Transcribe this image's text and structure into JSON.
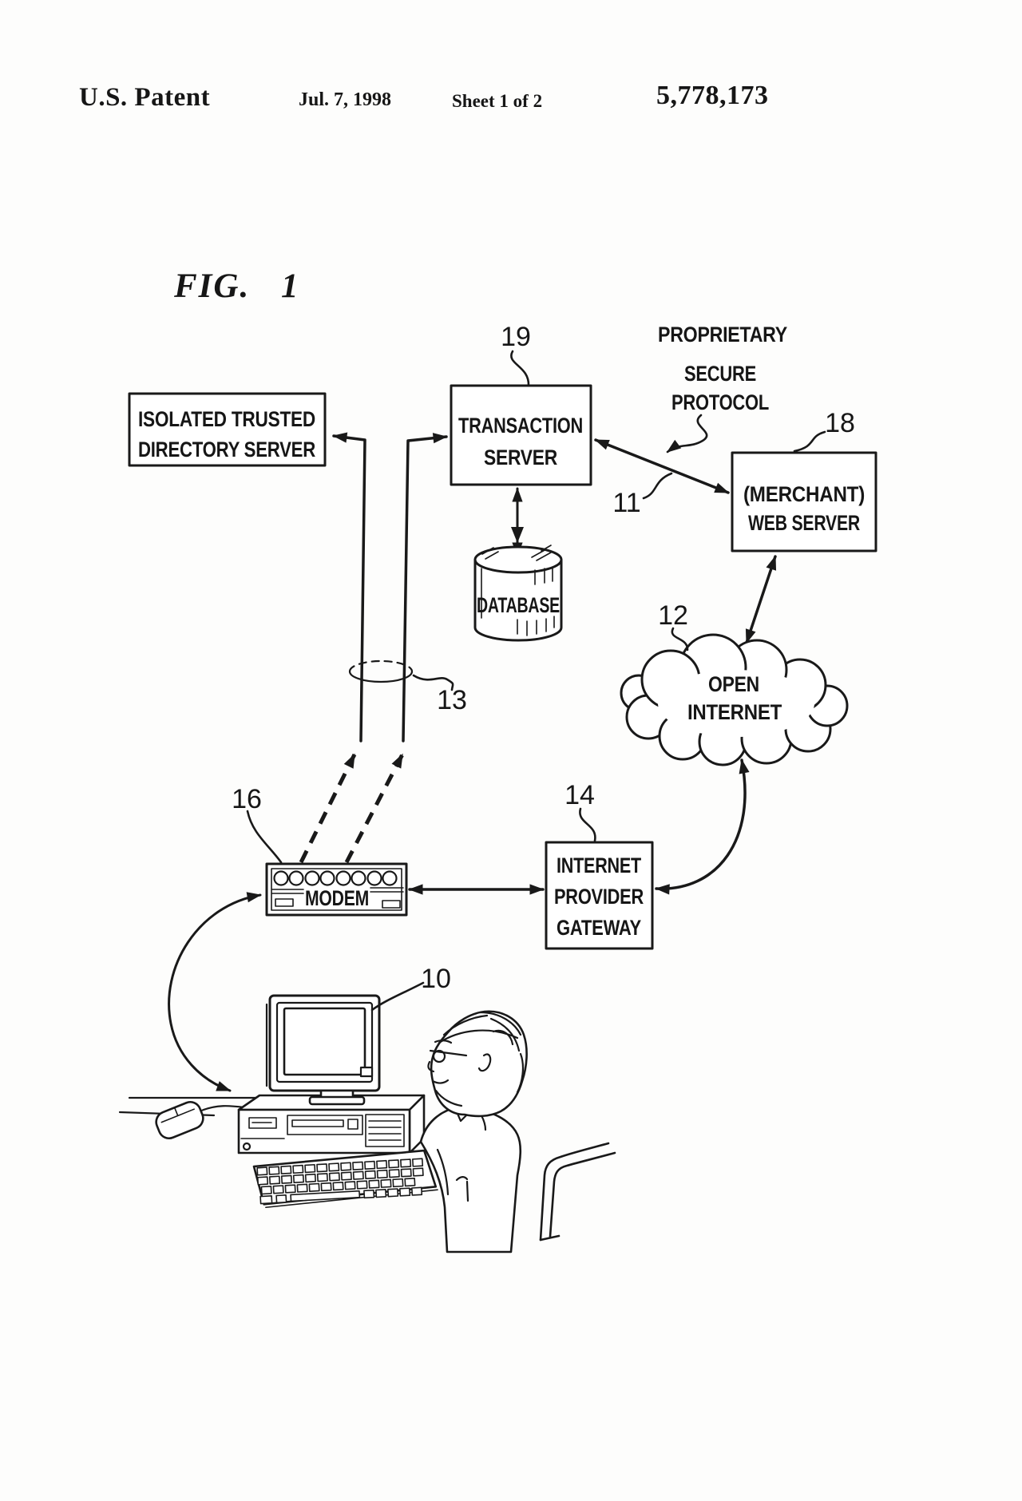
{
  "header": {
    "title": "U.S. Patent",
    "date": "Jul. 7, 1998",
    "sheet": "Sheet 1 of 2",
    "patent_number": "5,778,173"
  },
  "figure": {
    "label": "FIG. 1"
  },
  "nodes": {
    "directory_server": {
      "line1": "ISOLATED TRUSTED",
      "line2": "DIRECTORY SERVER"
    },
    "transaction_server": {
      "line1": "TRANSACTION",
      "line2": "SERVER",
      "ref": "19"
    },
    "merchant_web_server": {
      "line1": "(MERCHANT)",
      "line2": "WEB SERVER",
      "ref": "18"
    },
    "database": {
      "label": "DATABASE"
    },
    "open_internet": {
      "line1": "OPEN",
      "line2": "INTERNET",
      "ref": "12"
    },
    "internet_provider_gateway": {
      "line1": "INTERNET",
      "line2": "PROVIDER",
      "line3": "GATEWAY",
      "ref": "14"
    },
    "modem": {
      "label": "MODEM",
      "ref": "16"
    },
    "user_computer": {
      "ref": "10"
    }
  },
  "annotations": {
    "protocol": {
      "line1": "PROPRIETARY",
      "line2": "SECURE",
      "line3": "PROTOCOL"
    },
    "link_ref": "11",
    "phone_line_ref": "13"
  },
  "colors": {
    "ink": "#191919",
    "paper": "#fdfdfc"
  }
}
